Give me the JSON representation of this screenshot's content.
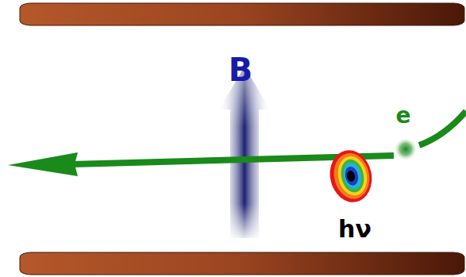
{
  "diagram": {
    "labels": [
      "B",
      "e",
      "hν"
    ]
  }
}
